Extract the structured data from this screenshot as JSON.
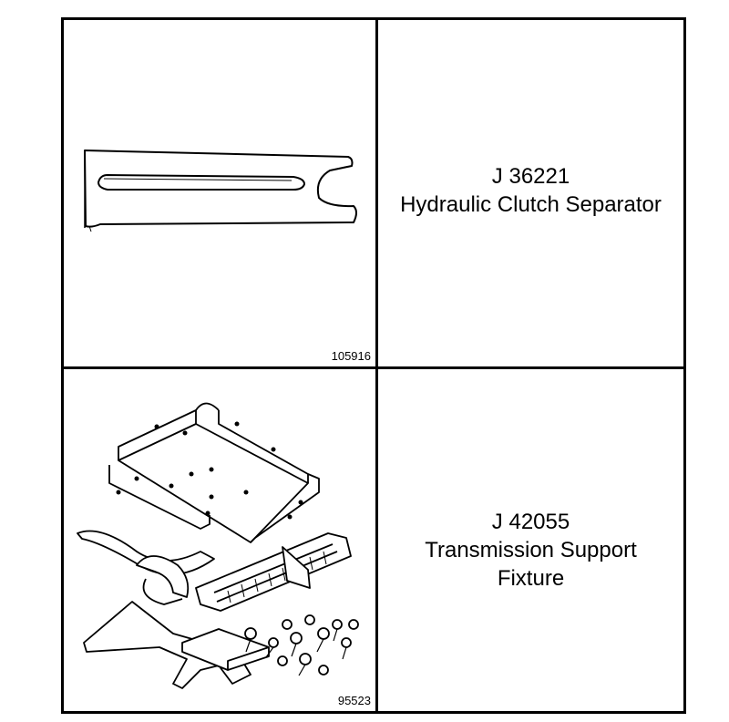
{
  "tools": [
    {
      "number": "J 36221",
      "name_lines": [
        "Hydraulic Clutch Separator"
      ],
      "figure_id": "105916",
      "illustration": "clutch-separator-bar-illustration"
    },
    {
      "number": "J 42055",
      "name_lines": [
        "Transmission Support",
        "Fixture"
      ],
      "figure_id": "95523",
      "illustration": "transmission-support-fixture-illustration"
    }
  ]
}
